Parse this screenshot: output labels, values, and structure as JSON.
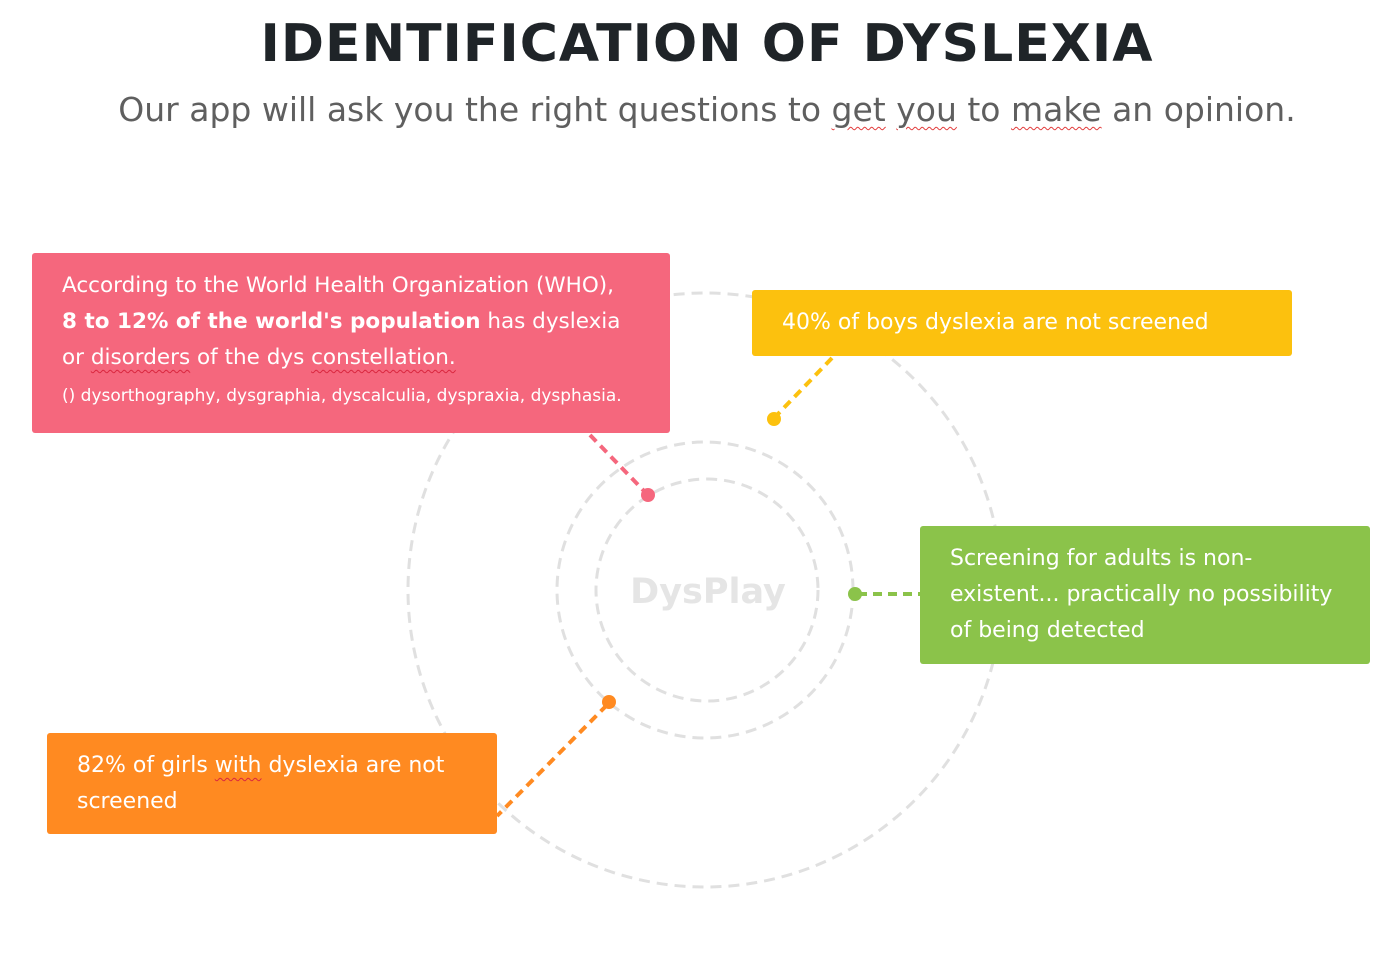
{
  "header": {
    "title": "IDENTIFICATION OF DYSLEXIA",
    "subtitle": {
      "p1": "Our app will ask you the right questions to ",
      "w1": "get",
      "p2": " ",
      "w2": "you",
      "p3": " to ",
      "w3": "make",
      "p4": " an opinion."
    }
  },
  "center": {
    "label": "DysPlay"
  },
  "cards": {
    "who": {
      "line1": "According to the World Health Organization (WHO),",
      "bold": "8 to 12% of the world's population",
      "rest1": " has dyslexia",
      "rest2a": "or ",
      "w1": "disorders",
      "rest2b": " of the dys ",
      "w2": "constellation.",
      "note": "() dysorthography, dysgraphia, dyscalculia, dyspraxia, dysphasia.",
      "color": "#f5677d"
    },
    "boys": {
      "text": "40% of boys dyslexia are not screened",
      "color": "#fcc10e"
    },
    "adults": {
      "text": "Screening for adults is non-existent... practically no possibility of being detected",
      "color": "#8bc34a"
    },
    "girls": {
      "p1": "82% of girls ",
      "w1": "with",
      "p2": " dyslexia are not screened",
      "color": "#ff8a21"
    }
  }
}
